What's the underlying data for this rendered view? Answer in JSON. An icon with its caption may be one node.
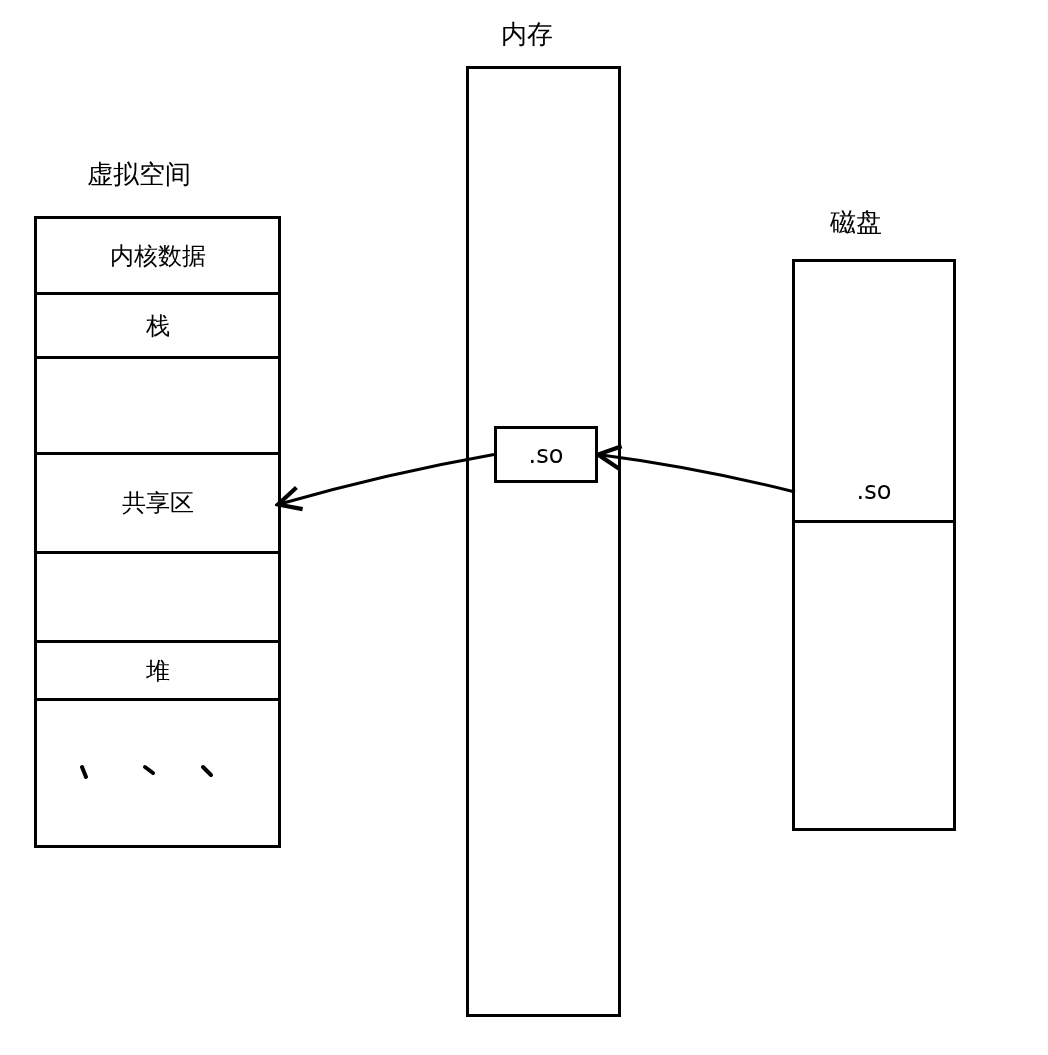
{
  "diagram": {
    "nodes": [
      {
        "text": [
          "虚拟空间"
        ]
      },
      {
        "text": [
          "内核数据"
        ],
        "in": 0
      },
      {
        "text": [
          "栈"
        ],
        "in": 0
      },
      {
        "text": [],
        "shape": "box",
        "in": 0
      },
      {
        "text": [
          "共享区"
        ],
        "in": 0
      },
      {
        "text": [],
        "shape": "box",
        "in": 0
      },
      {
        "text": [
          "堆"
        ],
        "in": 0
      },
      {
        "text": [],
        "shape": "box",
        "in": 0
      },
      {
        "text": [
          "内存"
        ]
      },
      {
        "text": [
          ".so"
        ],
        "in": 8
      },
      {
        "text": [
          "磁盘"
        ]
      },
      {
        "text": [
          ".so"
        ],
        "in": 10
      }
    ],
    "edges": [
      {
        "from": 9,
        "to": 4,
        "arrow": "to"
      },
      {
        "from": 11,
        "to": 9,
        "arrow": "to"
      }
    ]
  }
}
